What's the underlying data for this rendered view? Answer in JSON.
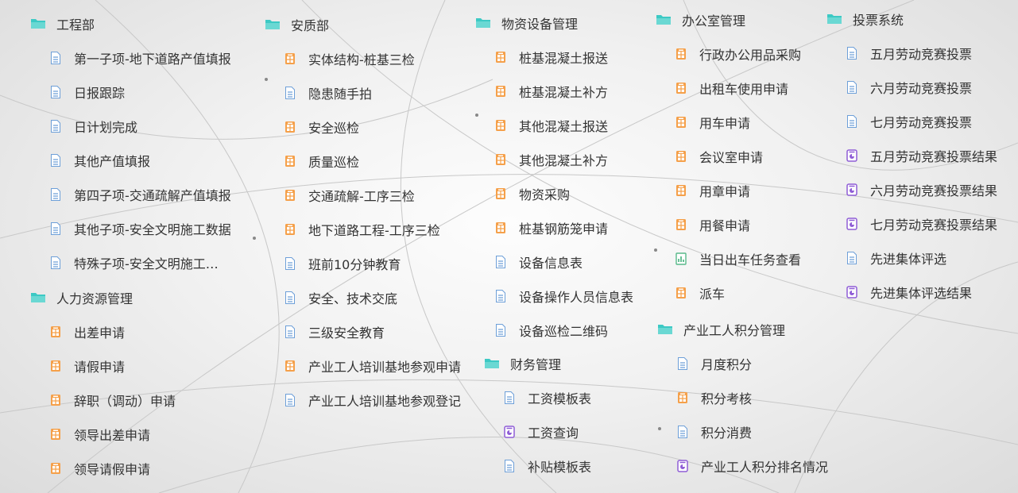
{
  "groups": [
    {
      "title": "工程部",
      "items": [
        {
          "label": "第一子项-地下道路产值填报",
          "icon": "doc-icon"
        },
        {
          "label": "日报跟踪",
          "icon": "doc-icon"
        },
        {
          "label": "日计划完成",
          "icon": "doc-icon"
        },
        {
          "label": "其他产值填报",
          "icon": "doc-icon"
        },
        {
          "label": "第四子项-交通疏解产值填报",
          "icon": "doc-icon"
        },
        {
          "label": "其他子项-安全文明施工数据",
          "icon": "doc-icon"
        },
        {
          "label": "特殊子项-安全文明施工另...",
          "icon": "doc-icon"
        }
      ]
    },
    {
      "title": "人力资源管理",
      "items": [
        {
          "label": "出差申请",
          "icon": "form-icon"
        },
        {
          "label": "请假申请",
          "icon": "form-icon"
        },
        {
          "label": "辞职（调动）申请",
          "icon": "form-icon"
        },
        {
          "label": "领导出差申请",
          "icon": "form-icon"
        },
        {
          "label": "领导请假申请",
          "icon": "form-icon"
        }
      ]
    },
    {
      "title": "安质部",
      "items": [
        {
          "label": "实体结构-桩基三检",
          "icon": "form-icon"
        },
        {
          "label": "隐患随手拍",
          "icon": "doc-icon"
        },
        {
          "label": "安全巡检",
          "icon": "form-icon"
        },
        {
          "label": "质量巡检",
          "icon": "form-icon"
        },
        {
          "label": "交通疏解-工序三检",
          "icon": "form-icon"
        },
        {
          "label": "地下道路工程-工序三检",
          "icon": "form-icon"
        },
        {
          "label": "班前10分钟教育",
          "icon": "doc-icon"
        },
        {
          "label": "安全、技术交底",
          "icon": "doc-icon"
        },
        {
          "label": "三级安全教育",
          "icon": "doc-icon"
        },
        {
          "label": "产业工人培训基地参观申请",
          "icon": "form-icon"
        },
        {
          "label": "产业工人培训基地参观登记",
          "icon": "doc-icon"
        }
      ]
    },
    {
      "title": "物资设备管理",
      "items": [
        {
          "label": "桩基混凝土报送",
          "icon": "form-icon"
        },
        {
          "label": "桩基混凝土补方",
          "icon": "form-icon"
        },
        {
          "label": "其他混凝土报送",
          "icon": "form-icon"
        },
        {
          "label": "其他混凝土补方",
          "icon": "form-icon"
        },
        {
          "label": "物资采购",
          "icon": "form-icon"
        },
        {
          "label": "桩基钢筋笼申请",
          "icon": "form-icon"
        },
        {
          "label": "设备信息表",
          "icon": "doc-icon"
        },
        {
          "label": "设备操作人员信息表",
          "icon": "doc-icon"
        },
        {
          "label": "设备巡检二维码",
          "icon": "doc-icon"
        }
      ]
    },
    {
      "title": "财务管理",
      "items": [
        {
          "label": "工资模板表",
          "icon": "doc-icon"
        },
        {
          "label": "工资查询",
          "icon": "report-icon"
        },
        {
          "label": "补贴模板表",
          "icon": "doc-icon"
        }
      ]
    },
    {
      "title": "办公室管理",
      "items": [
        {
          "label": "行政办公用品采购",
          "icon": "form-icon"
        },
        {
          "label": "出租车使用申请",
          "icon": "form-icon"
        },
        {
          "label": "用车申请",
          "icon": "form-icon"
        },
        {
          "label": "会议室申请",
          "icon": "form-icon"
        },
        {
          "label": "用章申请",
          "icon": "form-icon"
        },
        {
          "label": "用餐申请",
          "icon": "form-icon"
        },
        {
          "label": "当日出车任务查看",
          "icon": "chart-icon"
        },
        {
          "label": "派车",
          "icon": "form-icon"
        }
      ]
    },
    {
      "title": "产业工人积分管理",
      "items": [
        {
          "label": "月度积分",
          "icon": "doc-icon"
        },
        {
          "label": "积分考核",
          "icon": "form-icon"
        },
        {
          "label": "积分消费",
          "icon": "doc-icon"
        },
        {
          "label": "产业工人积分排名情况",
          "icon": "report-icon"
        }
      ]
    },
    {
      "title": "投票系统",
      "items": [
        {
          "label": "五月劳动竞赛投票",
          "icon": "doc-icon"
        },
        {
          "label": "六月劳动竞赛投票",
          "icon": "doc-icon"
        },
        {
          "label": "七月劳动竞赛投票",
          "icon": "doc-icon"
        },
        {
          "label": "五月劳动竞赛投票结果",
          "icon": "report-icon"
        },
        {
          "label": "六月劳动竞赛投票结果",
          "icon": "report-icon"
        },
        {
          "label": "七月劳动竞赛投票结果",
          "icon": "report-icon"
        },
        {
          "label": "先进集体评选",
          "icon": "doc-icon"
        },
        {
          "label": "先进集体评选结果",
          "icon": "report-icon"
        }
      ]
    }
  ],
  "colors": {
    "folder": "#3cc9c4",
    "doc": "#6d9fd8",
    "form": "#f5a04a",
    "report": "#8f5dd6",
    "chart": "#58b98a",
    "text": "#333333"
  }
}
